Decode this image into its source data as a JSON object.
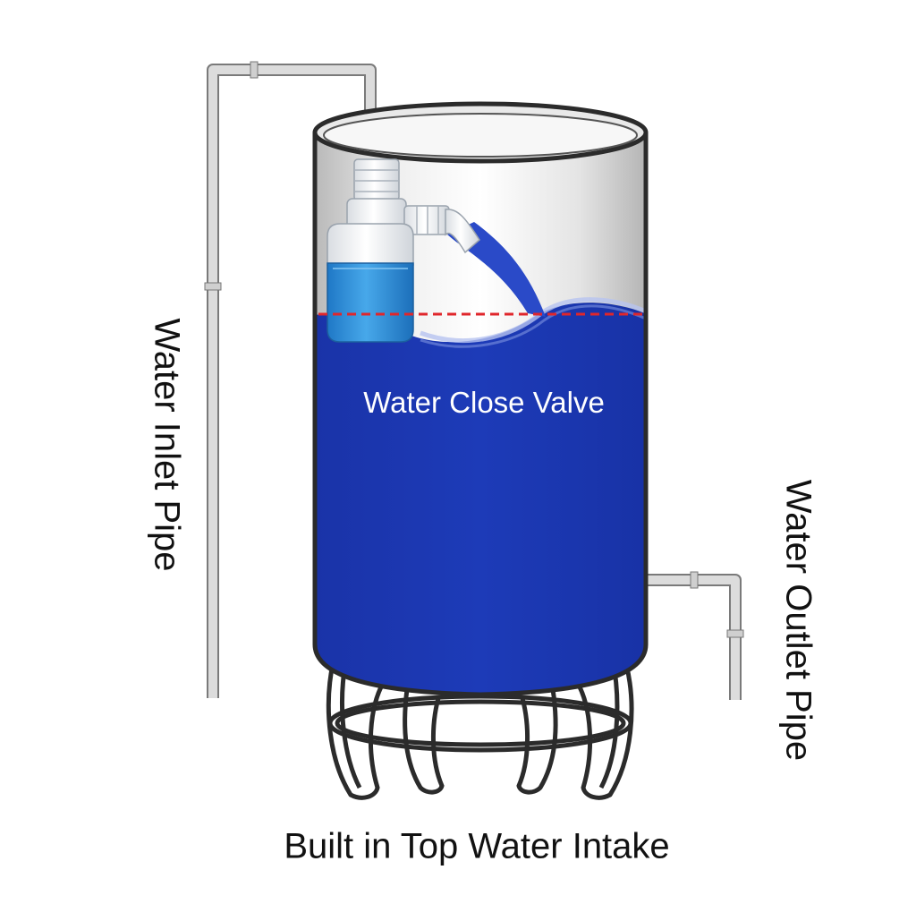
{
  "labels": {
    "inlet": "Water Inlet Pipe",
    "outlet": "Water Outlet Pipe",
    "valve": "Water Close Valve",
    "intake": "Built in Top Water Intake"
  },
  "colors": {
    "water": "#1c39b3",
    "float_blue": "#2f8fd6",
    "pipe": "#d6d6d6",
    "outline": "#2b2b2b",
    "level_line": "#e0262b"
  }
}
